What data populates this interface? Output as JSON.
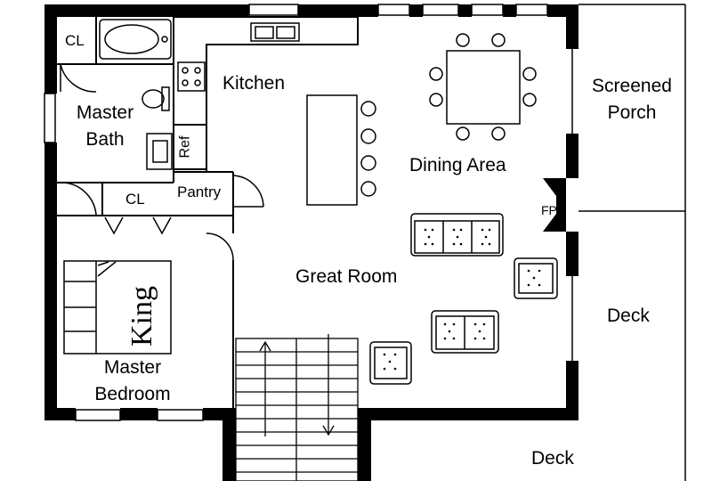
{
  "floor_plan": {
    "rooms": {
      "closet_top": "CL",
      "master_bath": [
        "Master",
        "Bath"
      ],
      "kitchen": "Kitchen",
      "dining_area": "Dining Area",
      "screened_porch": [
        "Screened",
        "Porch"
      ],
      "ref": "Ref",
      "pantry": "Pantry",
      "closet_mid": "CL",
      "fireplace": "FP",
      "great_room": "Great Room",
      "deck_right": "Deck",
      "king_bed": "King",
      "master_bedroom": [
        "Master",
        "Bedroom"
      ],
      "deck_bottom": "Deck"
    },
    "colors": {
      "wall": "#000000",
      "background": "#ffffff"
    }
  }
}
